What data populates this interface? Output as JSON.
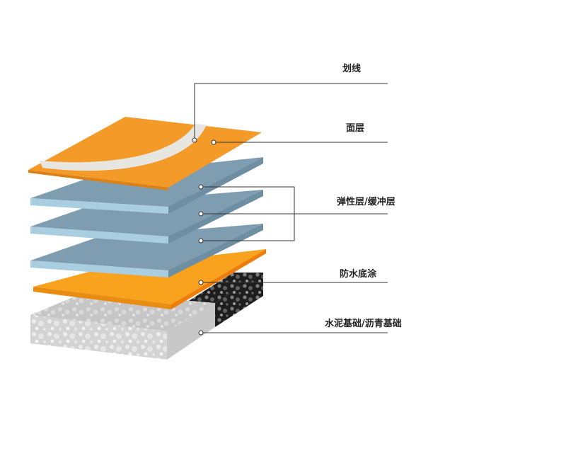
{
  "colors": {
    "surface_top": "#F39A28",
    "surface_edge": "#D97E12",
    "marking_line": "#E8E6E1",
    "elastic_top": "#7F9DB1",
    "elastic_side": "#A9CEE0",
    "elastic_edge": "#5F7F93",
    "primer_top": "#F8A21E",
    "primer_side": "#EE8A10",
    "concrete_top": "#C9C9C9",
    "concrete_front": "#D7D7D7",
    "concrete_dots": "#EDEDED",
    "asphalt_top": "#262626",
    "asphalt_side": "#1A1A1A",
    "asphalt_dots": "#8A8A8A",
    "leader_line": "#333333",
    "label_text": "#222222"
  },
  "labels": {
    "marking": "划线",
    "surface": "面层",
    "elastic_buffer": "弹性层/缓冲层",
    "waterproof_primer": "防水底涂",
    "base": "水泥基础/沥青基础"
  },
  "icons": {
    "leader_marker": "circle-dot-icon"
  }
}
